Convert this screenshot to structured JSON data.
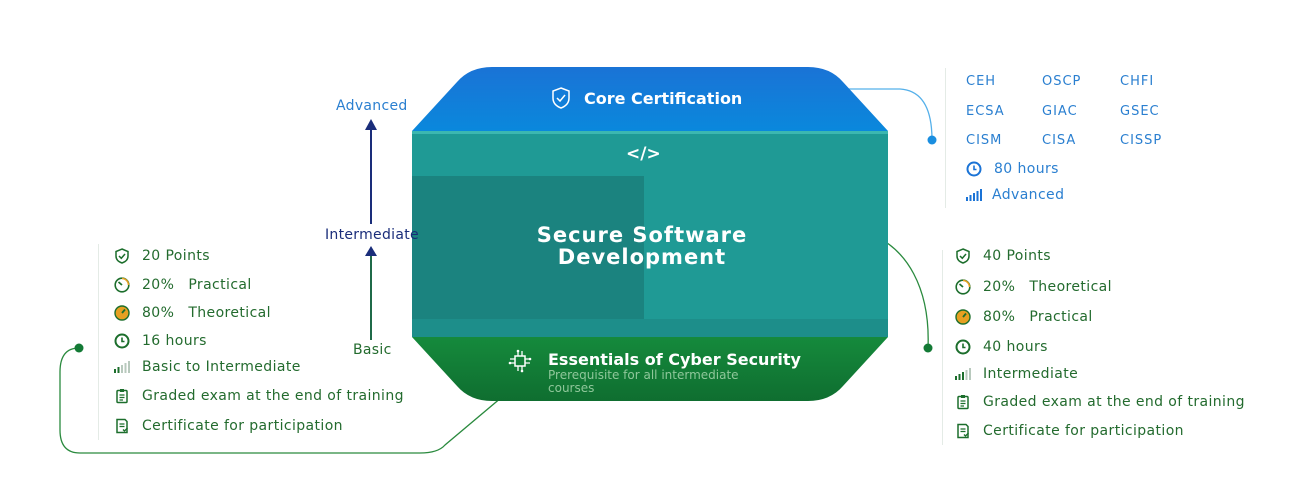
{
  "levels": {
    "advanced": "Advanced",
    "intermediate": "Intermediate",
    "basic": "Basic"
  },
  "core": {
    "title": "Core Certification",
    "icon": "shield-badge-icon"
  },
  "code_symbol": "</>",
  "main": {
    "title_line1": "Secure Software",
    "title_line2": "Development"
  },
  "essentials": {
    "title": "Essentials of Cyber Security",
    "subtitle": "Prerequisite for all intermediate courses",
    "icon": "circuit-chip-icon"
  },
  "certifications": {
    "items": [
      "CEH",
      "OSCP",
      "CHFI",
      "ECSA",
      "GIAC",
      "GSEC",
      "CISM",
      "CISA",
      "CISSP"
    ],
    "hours": "80 hours",
    "level": "Advanced"
  },
  "basic_details": {
    "points": "20 Points",
    "practical_pct": "20%",
    "practical_label": "Practical",
    "theoretical_pct": "80%",
    "theoretical_label": "Theoretical",
    "hours": "16 hours",
    "level": "Basic to Intermediate",
    "exam": "Graded exam at the end of training",
    "certificate": "Certificate for participation"
  },
  "intermediate_details": {
    "points": "40 Points",
    "theoretical_pct": "20%",
    "theoretical_label": "Theoretical",
    "practical_pct": "80%",
    "practical_label": "Practical",
    "hours": "40 hours",
    "level": "Intermediate",
    "exam": "Graded exam at the end of training",
    "certificate": "Certificate for participation"
  },
  "colors": {
    "blue": "#0f7bd3",
    "teal": "#1e9a96",
    "green": "#137a35",
    "text_green": "#236b2e",
    "text_blue": "#2a7fd0",
    "navy": "#1a2d7a"
  }
}
